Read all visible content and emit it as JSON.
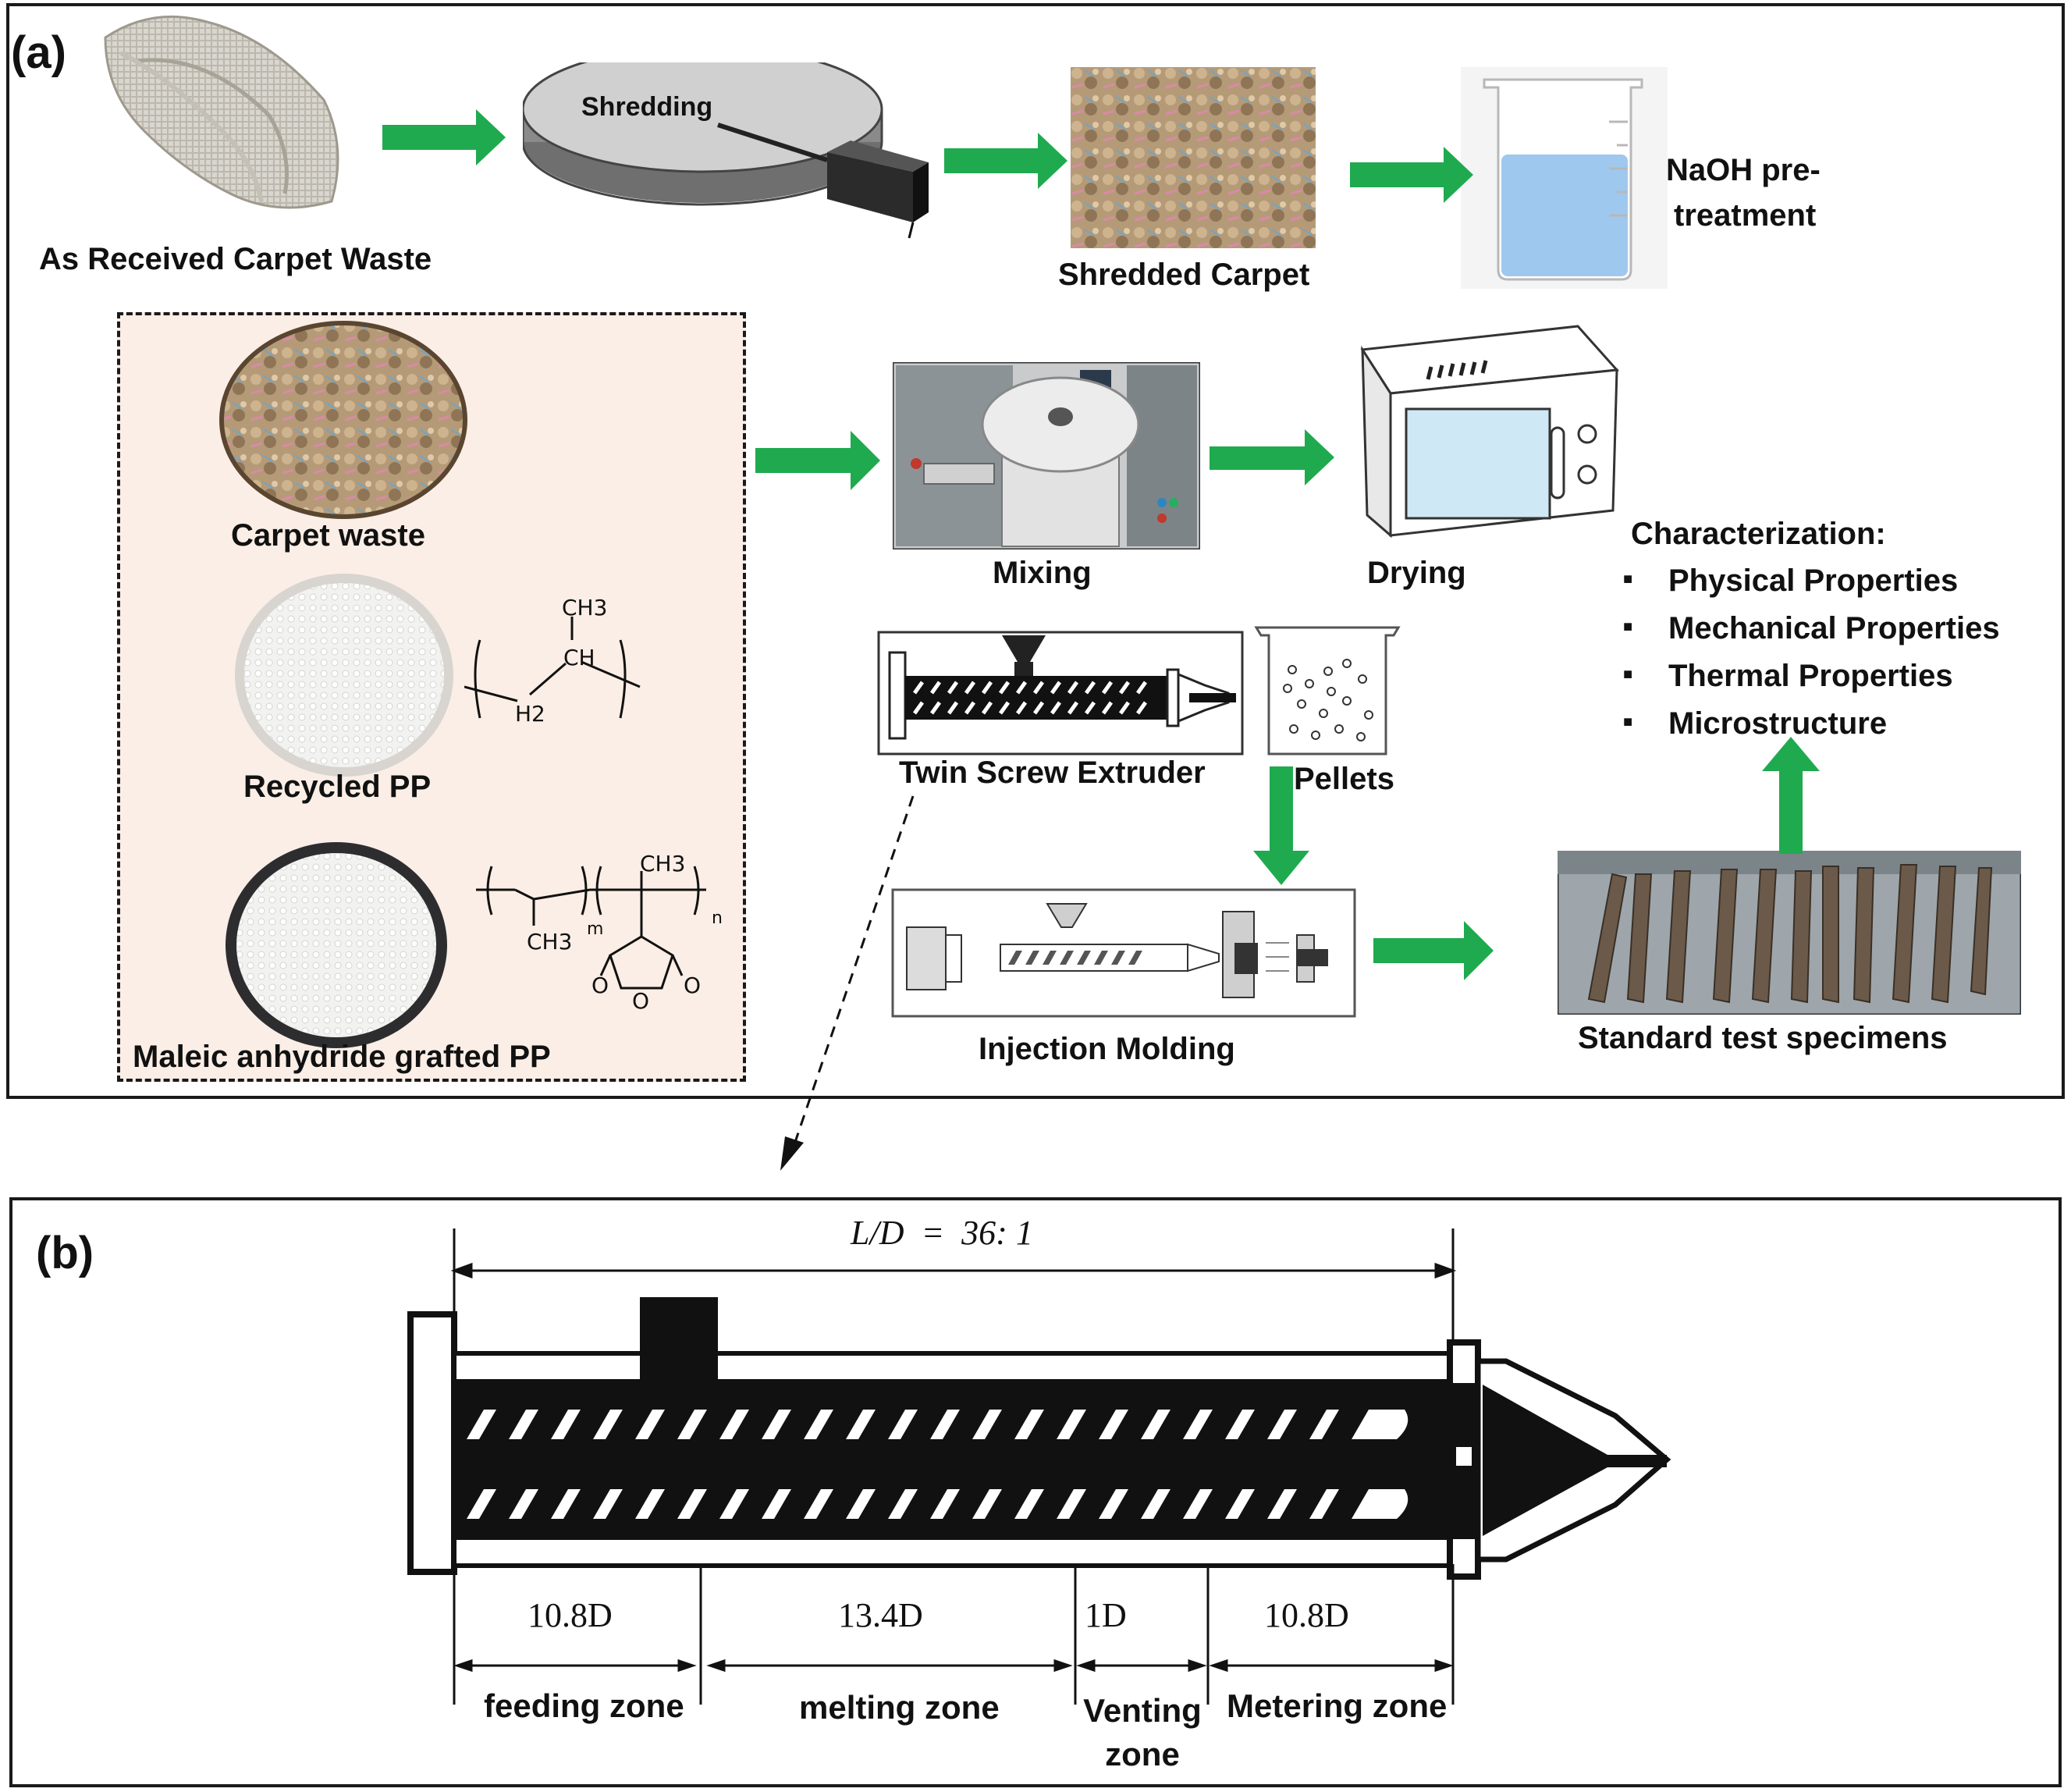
{
  "panel_a": {
    "letter": "(a)",
    "labels": {
      "carpet_waste_received": "As Received Carpet Waste",
      "shredding": "Shredding",
      "shredded_carpet": "Shredded Carpet",
      "naoh_line1": "NaOH pre-",
      "naoh_line2": "treatment",
      "carpet_waste": "Carpet waste",
      "recycled_pp": "Recycled PP",
      "ma_grafted_pp": "Maleic anhydride grafted PP",
      "mixing": "Mixing",
      "drying": "Drying",
      "twin_screw_extruder": "Twin Screw Extruder",
      "pellets": "Pellets",
      "injection_molding": "Injection Molding",
      "standard_specimens": "Standard test specimens"
    },
    "characterization": {
      "title": "Characterization:",
      "items": [
        "Physical Properties",
        "Mechanical Properties",
        "Thermal Properties",
        "Microstructure"
      ]
    },
    "chem": {
      "pp_ch3": "CH3",
      "pp_ch": "CH",
      "pp_h2": "H2",
      "ma_ch3_top": "CH3",
      "ma_ch3_bottom": "CH3",
      "ma_m": "m",
      "ma_n": "n",
      "ma_o": "O"
    }
  },
  "panel_b": {
    "letter": "(b)",
    "ratio": "L/D  =  36: 1",
    "zones": [
      {
        "length": "10.8D",
        "name": "feeding zone"
      },
      {
        "length": "13.4D",
        "name": "melting zone"
      },
      {
        "length": "1D",
        "name": "Venting zone"
      },
      {
        "length": "10.8D",
        "name": "Metering zone"
      }
    ]
  },
  "colors": {
    "arrow_green": "#1faa4f",
    "dashed_box_bg": "#fbeee6",
    "border": "#1a1a1a"
  }
}
